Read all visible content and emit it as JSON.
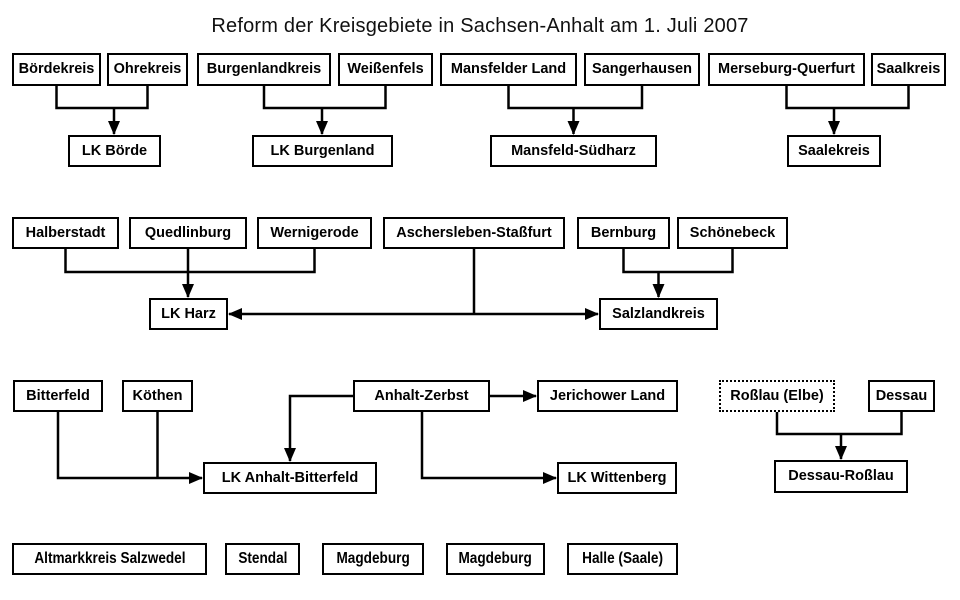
{
  "title": "Reform der Kreisgebiete in Sachsen-Anhalt am 1. Juli 2007",
  "colors": {
    "background": "#ffffff",
    "line": "#000000",
    "box_border": "#000000",
    "text": "#000000"
  },
  "nodes": {
    "boerdekreis": "Bördekreis",
    "ohrekreis": "Ohrekreis",
    "burgenlandkreis": "Burgenlandkreis",
    "weissenfels": "Weißenfels",
    "mansfelder_land": "Mansfelder Land",
    "sangerhausen": "Sangerhausen",
    "merseburg_querfurt": "Merseburg-Querfurt",
    "saalkreis": "Saalkreis",
    "lk_boerde": "LK Börde",
    "lk_burgenland": "LK Burgenland",
    "mansfeld_suedharz": "Mansfeld-Südharz",
    "saalekreis": "Saalekreis",
    "halberstadt": "Halberstadt",
    "quedlinburg": "Quedlinburg",
    "wernigerode": "Wernigerode",
    "aschersleben_stassfurt": "Aschersleben-Staßfurt",
    "bernburg": "Bernburg",
    "schoenebeck": "Schönebeck",
    "lk_harz": "LK Harz",
    "salzlandkreis": "Salzlandkreis",
    "bitterfeld": "Bitterfeld",
    "koethen": "Köthen",
    "anhalt_zerbst": "Anhalt-Zerbst",
    "jerichower_land": "Jerichower Land",
    "rosslau_elbe": "Roßlau (Elbe)",
    "dessau": "Dessau",
    "lk_anhalt_bitterfeld": "LK Anhalt-Bitterfeld",
    "lk_wittenberg": "LK Wittenberg",
    "dessau_rosslau": "Dessau-Roßlau",
    "altmarkkreis_salzwedel": "Altmarkkreis Salzwedel",
    "stendal": "Stendal",
    "magdeburg_1": "Magdeburg",
    "magdeburg_2": "Magdeburg",
    "halle_saale": "Halle (Saale)"
  },
  "merges": [
    {
      "from": [
        "Bördekreis",
        "Ohrekreis"
      ],
      "to": "LK Börde"
    },
    {
      "from": [
        "Burgenlandkreis",
        "Weißenfels"
      ],
      "to": "LK Burgenland"
    },
    {
      "from": [
        "Mansfelder Land",
        "Sangerhausen"
      ],
      "to": "Mansfeld-Südharz"
    },
    {
      "from": [
        "Merseburg-Querfurt",
        "Saalkreis"
      ],
      "to": "Saalekreis"
    },
    {
      "from": [
        "Halberstadt",
        "Quedlinburg",
        "Wernigerode"
      ],
      "to": "LK Harz"
    },
    {
      "from": [
        "Aschersleben-Staßfurt"
      ],
      "to": "LK Harz"
    },
    {
      "from": [
        "Aschersleben-Staßfurt"
      ],
      "to": "Salzlandkreis"
    },
    {
      "from": [
        "Bernburg",
        "Schönebeck"
      ],
      "to": "Salzlandkreis"
    },
    {
      "from": [
        "Bitterfeld",
        "Köthen"
      ],
      "to": "LK Anhalt-Bitterfeld"
    },
    {
      "from": [
        "Anhalt-Zerbst"
      ],
      "to": "LK Anhalt-Bitterfeld"
    },
    {
      "from": [
        "Anhalt-Zerbst"
      ],
      "to": "Jerichower Land"
    },
    {
      "from": [
        "Anhalt-Zerbst"
      ],
      "to": "LK Wittenberg"
    },
    {
      "from": [
        "Roßlau (Elbe)",
        "Dessau"
      ],
      "to": "Dessau-Roßlau"
    }
  ],
  "unchanged": [
    "Altmarkkreis Salzwedel",
    "Stendal",
    "Magdeburg",
    "Magdeburg",
    "Halle (Saale)"
  ]
}
